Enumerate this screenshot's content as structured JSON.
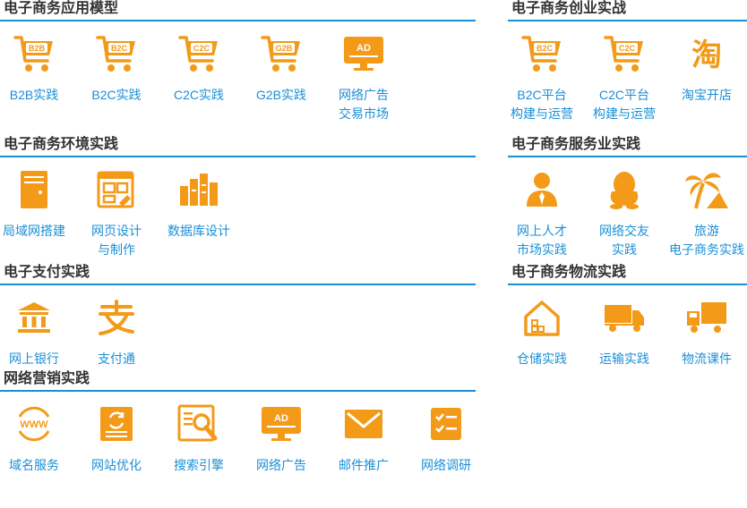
{
  "colors": {
    "accent": "#f39a18",
    "text": "#1a8fd6",
    "heading": "#333333",
    "rule": "#1a8fd6"
  },
  "sections": {
    "model": {
      "title": "电子商务应用模型",
      "items": [
        {
          "label": "B2B实践",
          "icon": "cart-b2b-icon",
          "tag": "B2B"
        },
        {
          "label": "B2C实践",
          "icon": "cart-b2c-icon",
          "tag": "B2C"
        },
        {
          "label": "C2C实践",
          "icon": "cart-c2c-icon",
          "tag": "C2C"
        },
        {
          "label": "G2B实践",
          "icon": "cart-g2b-icon",
          "tag": "G2B"
        },
        {
          "label": "网络广告\n交易市场",
          "icon": "ad-monitor-icon",
          "tag": "AD"
        }
      ]
    },
    "startup": {
      "title": "电子商务创业实战",
      "items": [
        {
          "label": "B2C平台\n构建与运营",
          "icon": "cart-b2c-icon",
          "tag": "B2C"
        },
        {
          "label": "C2C平台\n构建与运营",
          "icon": "cart-c2c-icon",
          "tag": "C2C"
        },
        {
          "label": "淘宝开店",
          "icon": "taobao-icon",
          "tag": "淘"
        }
      ]
    },
    "env": {
      "title": "电子商务环境实践",
      "items": [
        {
          "label": "局域网搭建",
          "icon": "server-icon"
        },
        {
          "label": "网页设计\n与制作",
          "icon": "webpage-design-icon"
        },
        {
          "label": "数据库设计",
          "icon": "database-bars-icon"
        }
      ]
    },
    "service": {
      "title": "电子商务服务业实践",
      "items": [
        {
          "label": "网上人才\n市场实践",
          "icon": "person-icon"
        },
        {
          "label": "网络交友\n实践",
          "icon": "penguin-icon"
        },
        {
          "label": "旅游\n电子商务实践",
          "icon": "palm-tree-icon"
        }
      ]
    },
    "payment": {
      "title": "电子支付实践",
      "items": [
        {
          "label": "网上银行",
          "icon": "bank-icon"
        },
        {
          "label": "支付通",
          "icon": "alipay-icon"
        }
      ]
    },
    "logistics": {
      "title": "电子商务物流实践",
      "items": [
        {
          "label": "仓储实践",
          "icon": "warehouse-icon"
        },
        {
          "label": "运输实践",
          "icon": "truck-icon"
        },
        {
          "label": "物流课件",
          "icon": "delivery-truck-icon"
        }
      ]
    },
    "marketing": {
      "title": "网络营销实践",
      "items": [
        {
          "label": "域名服务",
          "icon": "www-icon",
          "tag": "WWW"
        },
        {
          "label": "网站优化",
          "icon": "site-optimize-icon"
        },
        {
          "label": "搜索引擎",
          "icon": "search-engine-icon"
        },
        {
          "label": "网络广告",
          "icon": "ad-monitor-icon",
          "tag": "AD"
        },
        {
          "label": "邮件推广",
          "icon": "mail-icon"
        },
        {
          "label": "网络调研",
          "icon": "survey-icon"
        }
      ]
    }
  }
}
